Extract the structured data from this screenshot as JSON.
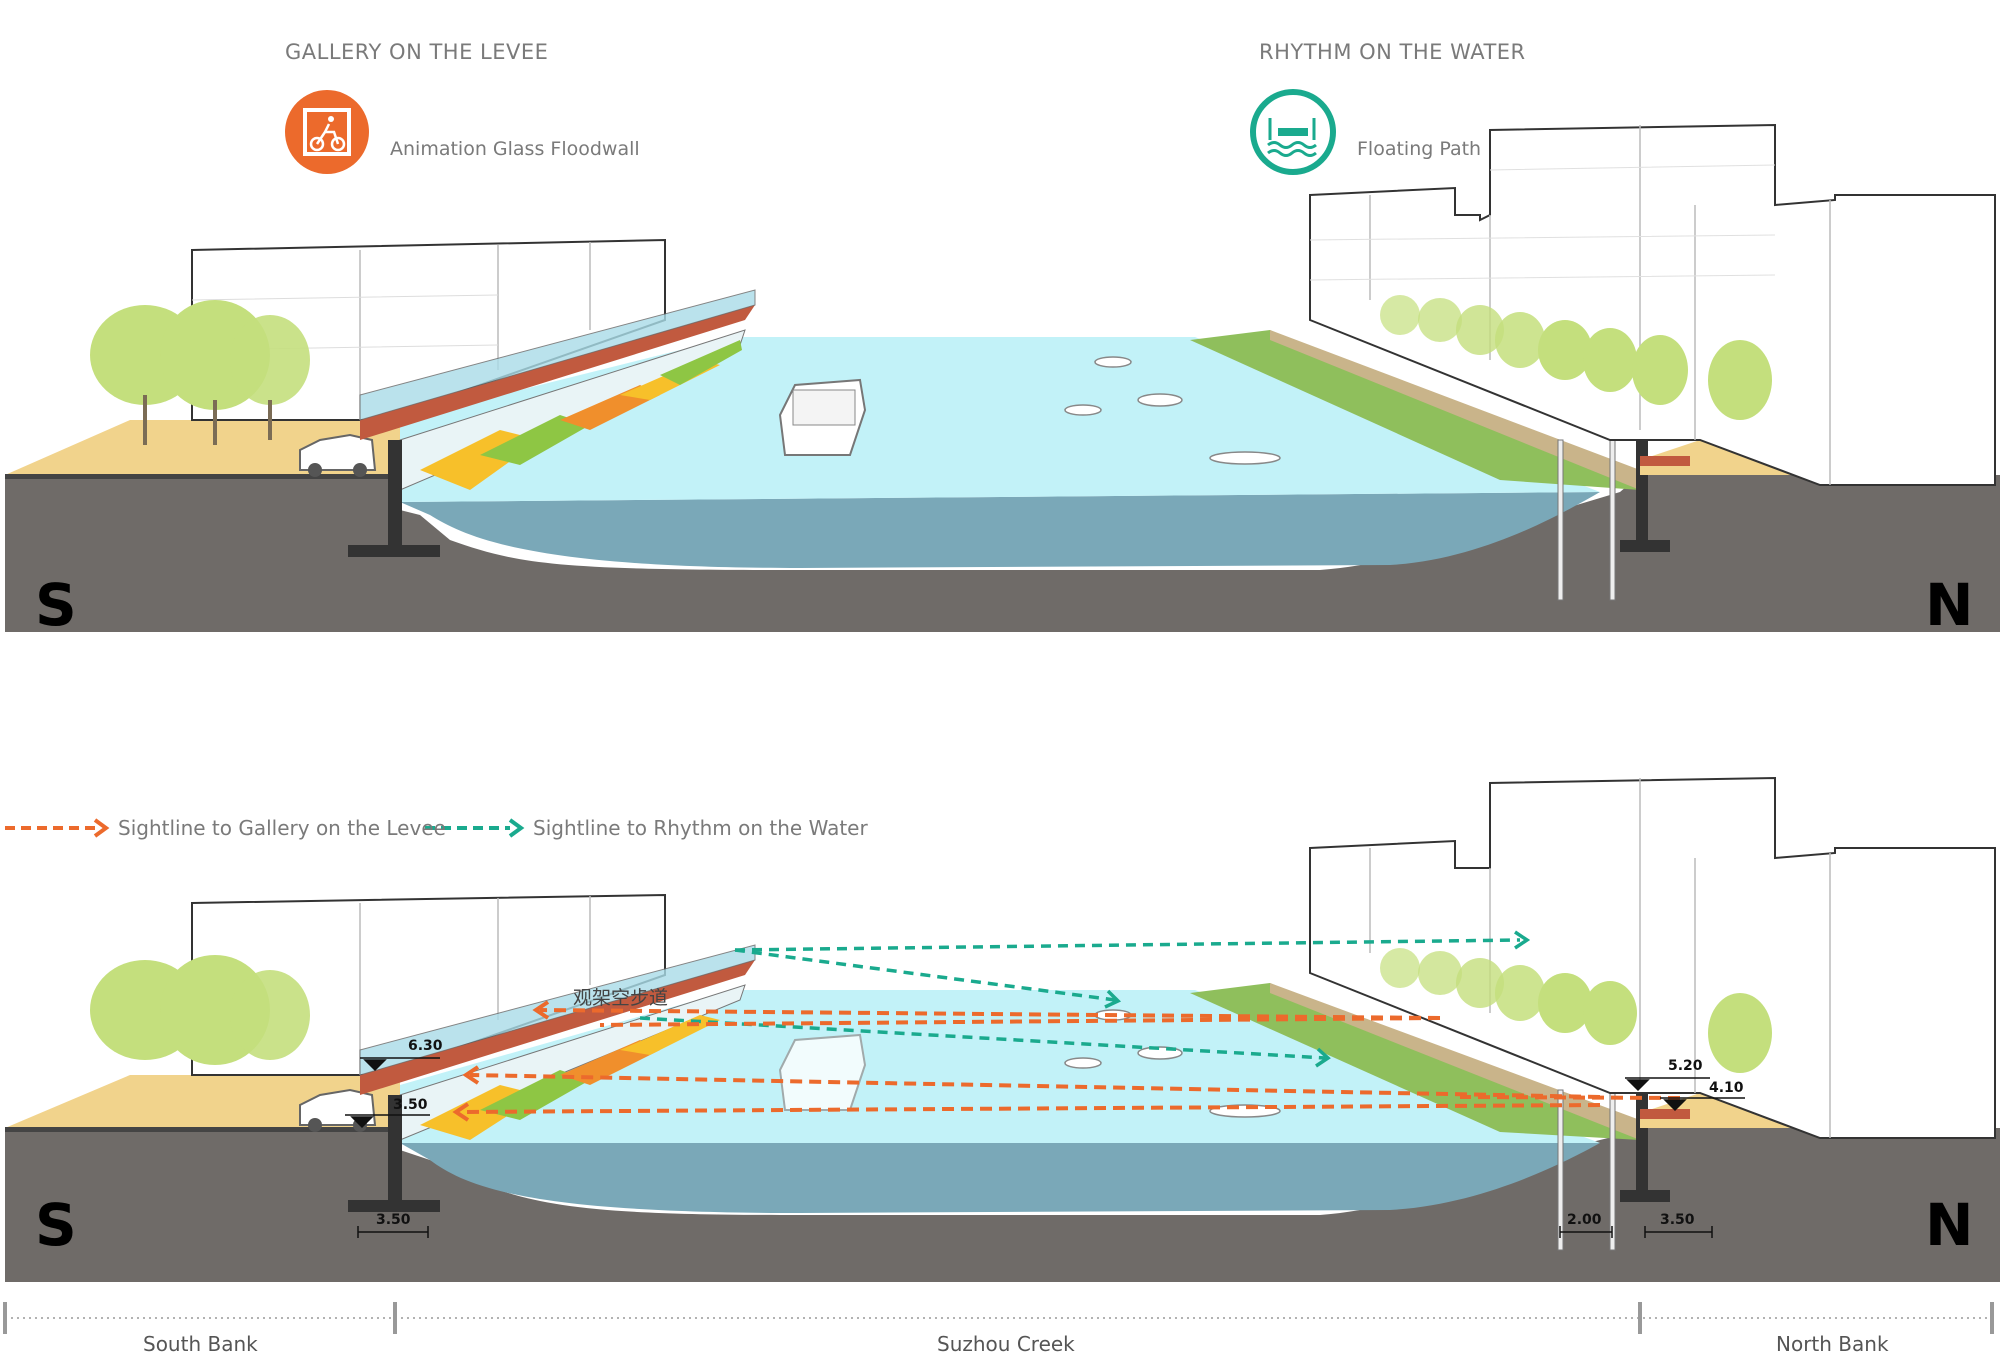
{
  "headers": {
    "left_title": "GALLERY ON THE LEVEE",
    "left_subtitle": "Animation Glass Floodwall",
    "right_title": "RHYTHM ON THE WATER",
    "right_subtitle": "Floating Path",
    "left_icon": "cyclist-sign-icon",
    "right_icon": "floating-path-icon"
  },
  "legend": {
    "orange_label": "Sightline to Gallery on the Levee",
    "teal_label": "Sightline to Rhythm on the Water",
    "orange_color": "#ec6a2c",
    "teal_color": "#1aaa8e"
  },
  "annotation": {
    "walkway_label": "观架空步道"
  },
  "levels": {
    "south_top": "6.30",
    "south_low": "3.50",
    "north_top": "5.20",
    "north_low": "4.10"
  },
  "dimensions": {
    "south_wall": "3.50",
    "north_piles": "2.00",
    "north_wall": "3.50"
  },
  "orientation": {
    "south": "S",
    "north": "N"
  },
  "zones": {
    "south": "South Bank",
    "creek": "Suzhou Creek",
    "north": "North Bank"
  },
  "colors": {
    "water": "#c2f2f8",
    "deep_water": "#7aa8b8",
    "ground": "#6f6b68",
    "promenade": "#f1d38c",
    "tree": "#c4df7d",
    "floodwall_red": "#c15a3f"
  }
}
